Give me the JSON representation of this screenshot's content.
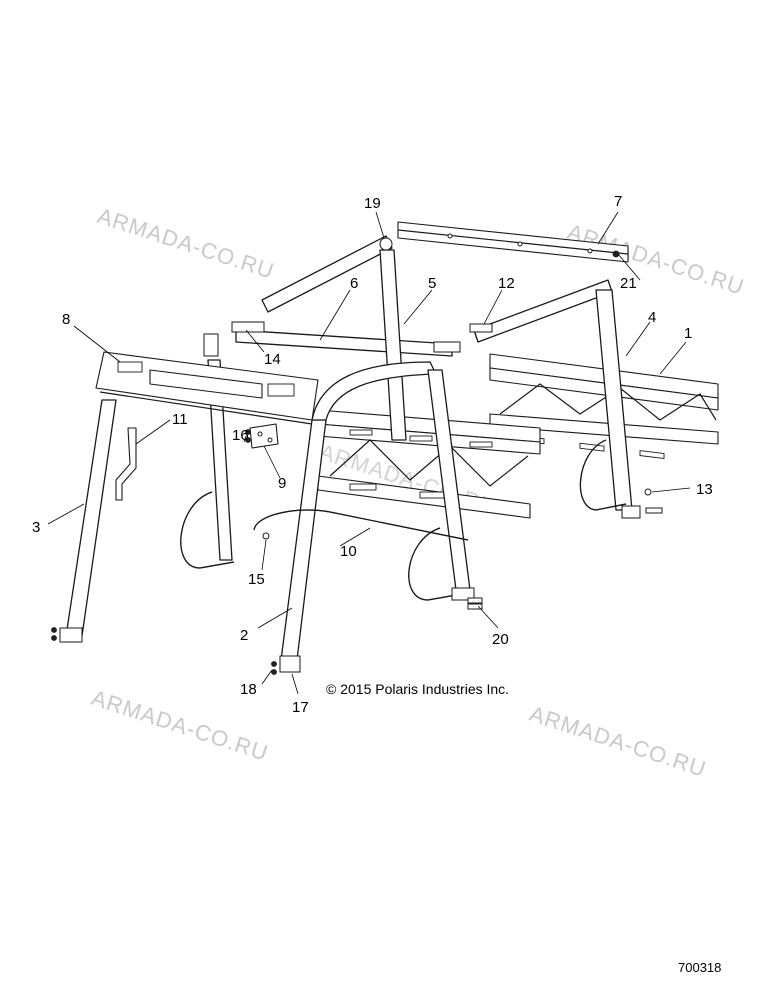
{
  "diagram": {
    "copyright": "© 2015 Polaris Industries Inc.",
    "figure_number": "700318",
    "watermarks": [
      "ARMADA-CO.RU",
      "ARMADA-CO.RU",
      "ARMADA-CO.RU",
      "ARMADA-CO.RU"
    ],
    "callouts": [
      "1",
      "2",
      "3",
      "4",
      "5",
      "6",
      "7",
      "8",
      "9",
      "10",
      "11",
      "12",
      "13",
      "14",
      "15",
      "16",
      "17",
      "18",
      "19",
      "20",
      "21"
    ]
  }
}
